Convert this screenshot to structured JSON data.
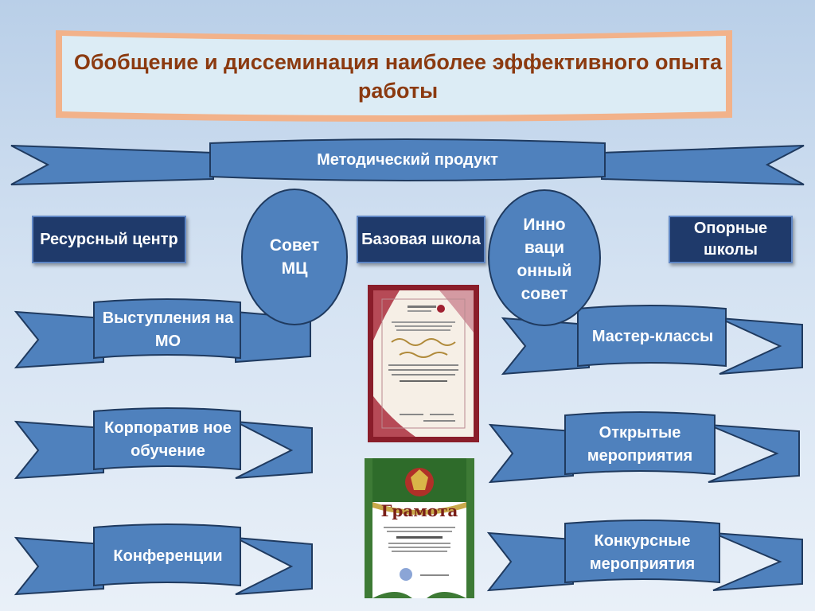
{
  "title": "Обобщение и диссеминация наиболее эффективного опыта работы",
  "top_banner": "Методический продукт",
  "boxes": {
    "resource_center": "Ресурсный центр",
    "base_school": "Базовая школа",
    "support_schools": "Опорные школы"
  },
  "ellipses": {
    "council_mc": "Совет МЦ",
    "innovation_council": "Инно ваци онный совет"
  },
  "left_ribbons": [
    "Выступления на МО",
    "Корпоратив ное обучение",
    "Конференции"
  ],
  "right_ribbons": [
    "Мастер-классы",
    "Открытые мероприятия",
    "Конкурсные мероприятия"
  ],
  "colors": {
    "ribbon_fill": "#4f81bd",
    "ribbon_dark": "#2f5a8f",
    "ribbon_outline": "#1f3a5f",
    "box_fill": "#1f3a6b",
    "title_text": "#8b3a10",
    "scroll_fill": "#dcecf5",
    "scroll_border": "#f0b48a"
  },
  "certificates": {
    "gramota": "Грамота"
  }
}
